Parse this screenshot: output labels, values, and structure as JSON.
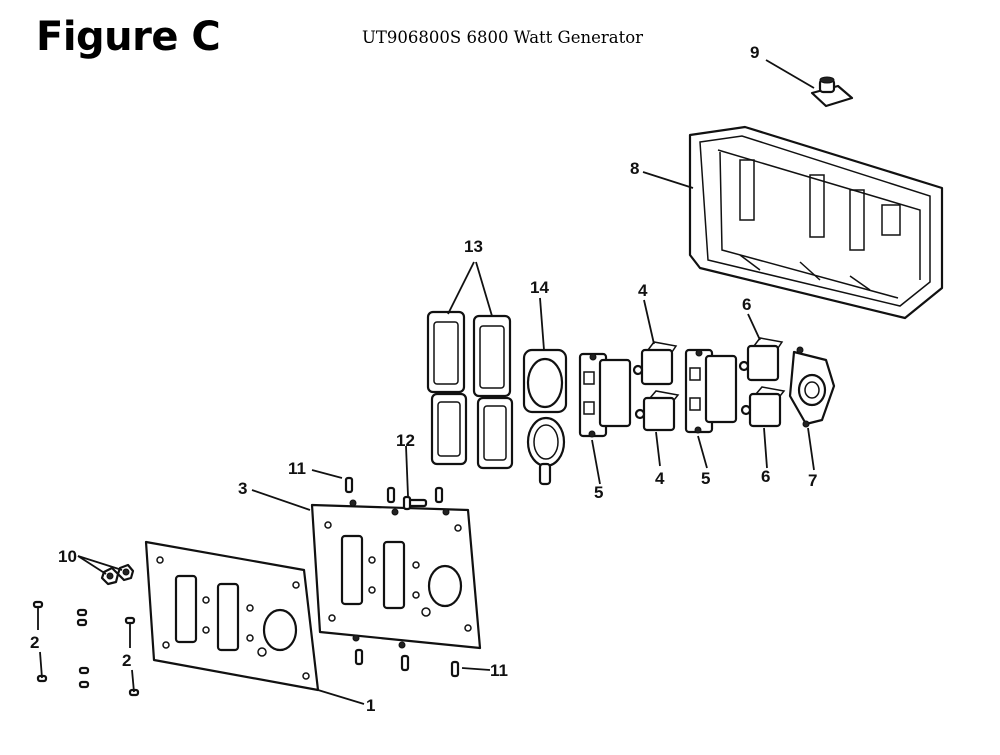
{
  "header": {
    "figure_label": "Figure C",
    "model_title": "UT906800S 6800 Watt Generator"
  },
  "callouts": {
    "c1": "1",
    "c2a": "2",
    "c2b": "2",
    "c3": "3",
    "c4a": "4",
    "c4b": "4",
    "c5a": "5",
    "c5b": "5",
    "c6a": "6",
    "c6b": "6",
    "c7": "7",
    "c8": "8",
    "c9": "9",
    "c10": "10",
    "c11a": "11",
    "c11b": "11",
    "c12": "12",
    "c13": "13",
    "c14": "14"
  }
}
